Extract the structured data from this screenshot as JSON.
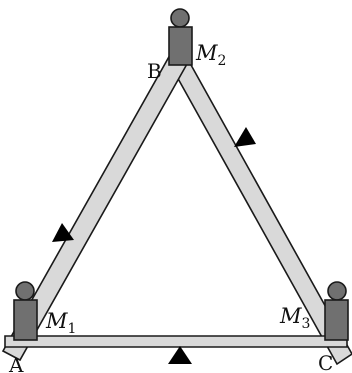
{
  "vertices": {
    "a": "A",
    "b": "B",
    "c": "C"
  },
  "people": {
    "m1": {
      "symbol": "M",
      "sub": "1"
    },
    "m2": {
      "symbol": "M",
      "sub": "2"
    },
    "m3": {
      "symbol": "M",
      "sub": "3"
    }
  },
  "colors": {
    "rail_fill": "#d9d9d9",
    "person_fill": "#707070",
    "arrow_fill": "#000000",
    "outline": "#1a1a1a"
  }
}
